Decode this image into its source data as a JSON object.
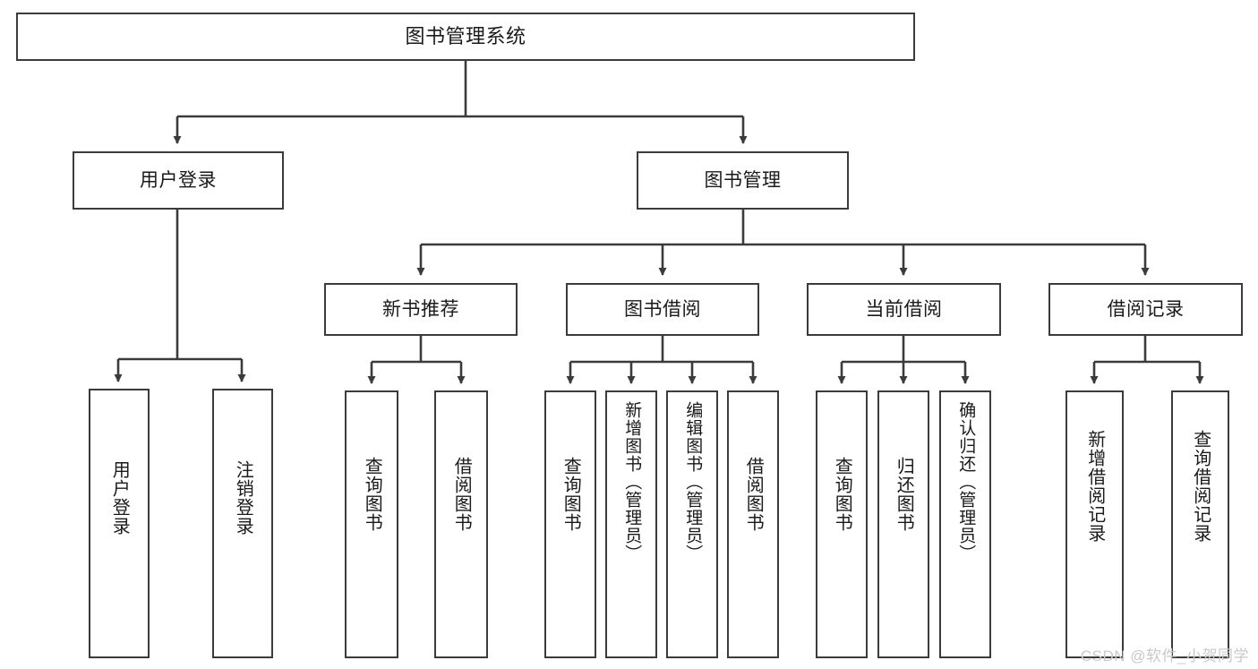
{
  "diagram": {
    "title": "图书管理系统",
    "type": "hierarchy-tree",
    "orientation": "top-down",
    "colors": {
      "stroke": "#3b3b3b",
      "fill": "#ffffff",
      "text": "#1a1a1a",
      "watermark": "#c9c9c9"
    },
    "watermark": "CSDN @软件_小贺同学",
    "levels": [
      {
        "level": 1,
        "nodes": [
          {
            "id": "root",
            "label": "图书管理系统",
            "orientation": "horizontal"
          }
        ]
      },
      {
        "level": 2,
        "nodes": [
          {
            "id": "login",
            "label": "用户登录",
            "orientation": "horizontal",
            "parent": "root"
          },
          {
            "id": "bookmgmt",
            "label": "图书管理",
            "orientation": "horizontal",
            "parent": "root"
          }
        ]
      },
      {
        "level": 3,
        "nodes": [
          {
            "id": "newbook",
            "label": "新书推荐",
            "orientation": "horizontal",
            "parent": "bookmgmt"
          },
          {
            "id": "borrow",
            "label": "图书借阅",
            "orientation": "horizontal",
            "parent": "bookmgmt"
          },
          {
            "id": "current",
            "label": "当前借阅",
            "orientation": "horizontal",
            "parent": "bookmgmt"
          },
          {
            "id": "records",
            "label": "借阅记录",
            "orientation": "horizontal",
            "parent": "bookmgmt"
          }
        ]
      },
      {
        "level": 4,
        "nodes": [
          {
            "id": "leaf-login-1",
            "label": "用户登录",
            "orientation": "vertical",
            "parent": "login"
          },
          {
            "id": "leaf-login-2",
            "label": "注销登录",
            "orientation": "vertical",
            "parent": "login"
          },
          {
            "id": "leaf-newbook-1",
            "label": "查询图书",
            "orientation": "vertical",
            "parent": "newbook"
          },
          {
            "id": "leaf-newbook-2",
            "label": "借阅图书",
            "orientation": "vertical",
            "parent": "newbook"
          },
          {
            "id": "leaf-borrow-1",
            "label": "查询图书",
            "orientation": "vertical",
            "parent": "borrow"
          },
          {
            "id": "leaf-borrow-2",
            "label": "新增图书（管理员）",
            "orientation": "vertical",
            "parent": "borrow"
          },
          {
            "id": "leaf-borrow-3",
            "label": "编辑图书（管理员）",
            "orientation": "vertical",
            "parent": "borrow"
          },
          {
            "id": "leaf-borrow-4",
            "label": "借阅图书",
            "orientation": "vertical",
            "parent": "borrow"
          },
          {
            "id": "leaf-current-1",
            "label": "查询图书",
            "orientation": "vertical",
            "parent": "current"
          },
          {
            "id": "leaf-current-2",
            "label": "归还图书",
            "orientation": "vertical",
            "parent": "current"
          },
          {
            "id": "leaf-current-3",
            "label": "确认归还（管理员）",
            "orientation": "vertical",
            "parent": "current"
          },
          {
            "id": "leaf-records-1",
            "label": "新增借阅记录",
            "orientation": "vertical",
            "parent": "records"
          },
          {
            "id": "leaf-records-2",
            "label": "查询借阅记录",
            "orientation": "vertical",
            "parent": "records"
          }
        ]
      }
    ]
  }
}
